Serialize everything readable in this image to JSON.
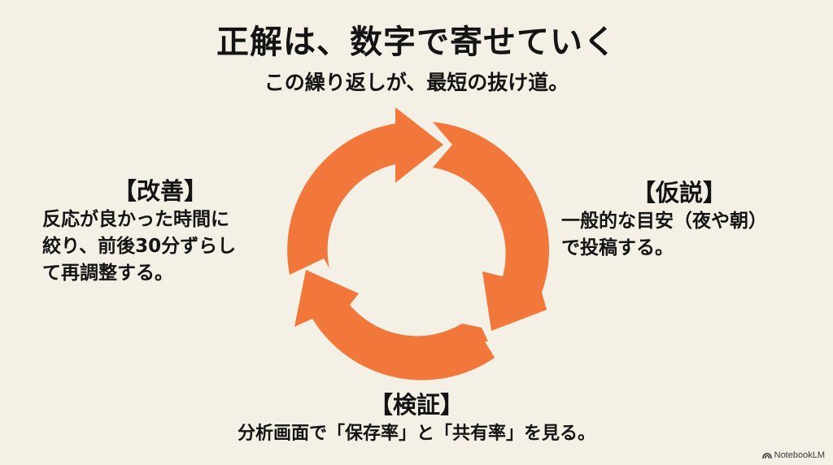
{
  "header": {
    "title": "正解は、数字で寄せていく",
    "subtitle": "この繰り返しが、最短の抜け道。"
  },
  "cycle": {
    "arrow_color": "#F2773A",
    "background_color": "#F5F0E6",
    "arrows": 3,
    "direction": "clockwise"
  },
  "steps": {
    "hypothesis": {
      "heading": "【仮説】",
      "line1": "一般的な目安（夜や朝）",
      "line2": "で投稿する。"
    },
    "verification": {
      "heading": "【検証】",
      "line1": "分析画面で「保存率」と「共有率」を見る。"
    },
    "improvement": {
      "heading": "【改善】",
      "line1": "反応が良かった時間に",
      "line2": "絞り、前後30分ずらし",
      "line3": "て再調整する。"
    }
  },
  "footer": {
    "brand_icon": "notebooklm-logo-icon",
    "brand": "NotebookLM"
  }
}
